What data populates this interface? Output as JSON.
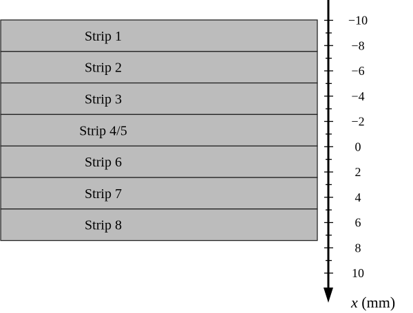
{
  "strips": [
    {
      "label": "Strip 1"
    },
    {
      "label": "Strip 2"
    },
    {
      "label": "Strip 3"
    },
    {
      "label": "Strip 4/5"
    },
    {
      "label": "Strip 6"
    },
    {
      "label": "Strip 7"
    },
    {
      "label": "Strip 8"
    }
  ],
  "axis": {
    "variable": "x",
    "unit": " (mm)",
    "direction": "down",
    "range": [
      -10,
      10
    ],
    "major_ticks": [
      {
        "value": -10,
        "label": "−10"
      },
      {
        "value": -8,
        "label": "−8"
      },
      {
        "value": -6,
        "label": "−6"
      },
      {
        "value": -4,
        "label": "−4"
      },
      {
        "value": -2,
        "label": "−2"
      },
      {
        "value": 0,
        "label": "0"
      },
      {
        "value": 2,
        "label": "2"
      },
      {
        "value": 4,
        "label": "4"
      },
      {
        "value": 6,
        "label": "6"
      },
      {
        "value": 8,
        "label": "8"
      },
      {
        "value": 10,
        "label": "10"
      }
    ],
    "minor_step": 1
  },
  "colors": {
    "strip_fill": "#bcbcbc",
    "strip_stroke": "#222222",
    "axis": "#000000"
  }
}
